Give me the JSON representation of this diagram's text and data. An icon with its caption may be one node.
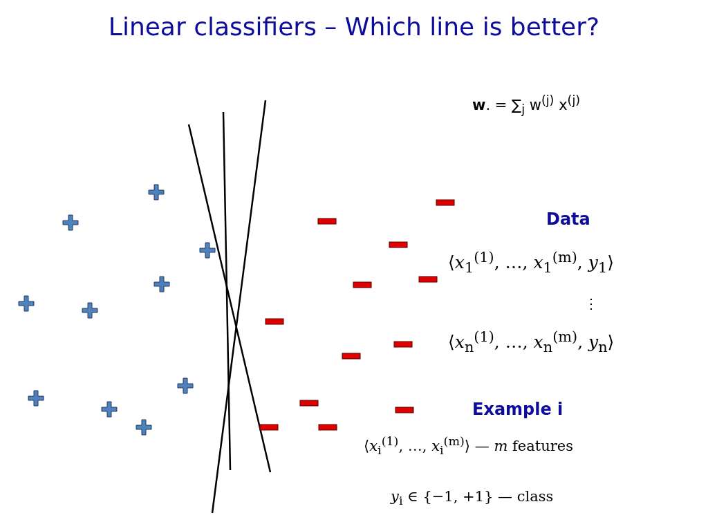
{
  "diagram": {
    "title": "Linear classifiers – Which line is better?",
    "labels": [
      "**w**. = ∑$_{j}$ w$^{(j)}$ x$^{(j)}$",
      "Data",
      "⟨*x*$_{1}$$^{(1)}$, …, *x*$_{1}$$^{(m)}$, *y*$_{1}$⟩",
      "⋮",
      "⟨*x*$_{n}$$^{(1)}$, …, *x*$_{n}$$^{(m)}$, *y*$_{n}$⟩",
      "Example i",
      "⟨*x*$_{i}$$^{(1)}$, …, *x*$_{i}$$^{(m)}$⟩ — *m* features",
      "*y*$_{i}$ ∈ {−1, +1} — class"
    ]
  }
}
